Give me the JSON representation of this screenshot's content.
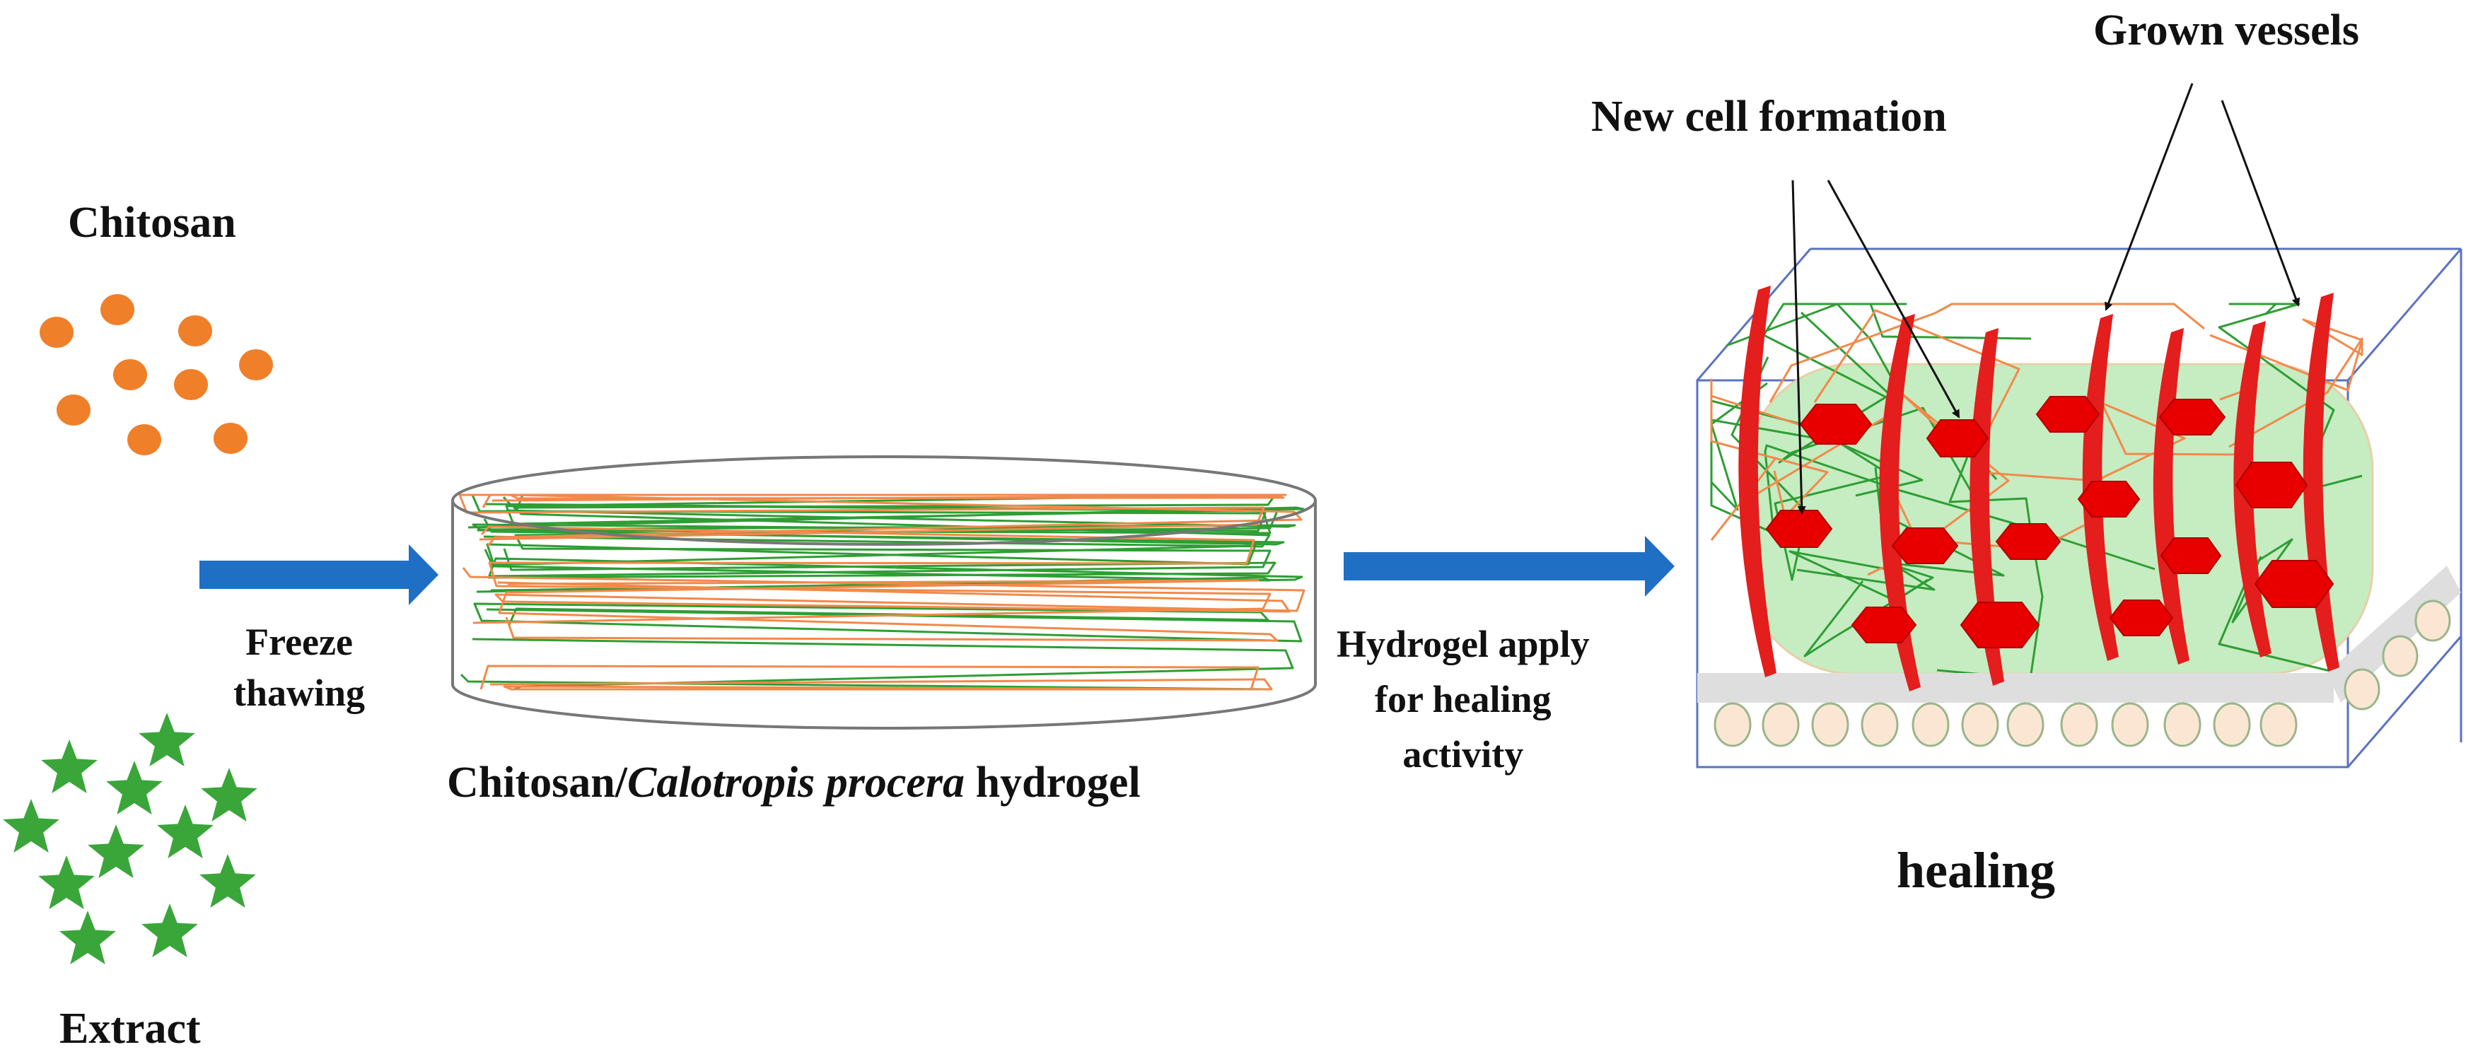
{
  "labels": {
    "chitosan": "Chitosan",
    "extract": "Extract",
    "freeze_line1": "Freeze",
    "freeze_line2": "thawing",
    "hydrogel_prefix": "Chitosan/",
    "hydrogel_species": "Calotropis procera",
    "hydrogel_suffix": " hydrogel",
    "apply_line1": "Hydrogel apply",
    "apply_line2": "for healing",
    "apply_line3": "activity",
    "new_cell": "New cell formation",
    "grown_vessels": "Grown vessels",
    "healing": "healing"
  },
  "colors": {
    "chitosan_particle": "#f07f2a",
    "extract_star": "#3aa63a",
    "process_arrow": "#1f6fc4",
    "fiber_green": "#2e9e34",
    "fiber_orange": "#f2894a",
    "gel_fill": "#c6ecc1",
    "vessel": "#e41d1d",
    "cell": "#e80000",
    "box_edge": "#5a73c0",
    "skin_layer": "#dedede",
    "skin_cell": "#fbe6d4"
  }
}
